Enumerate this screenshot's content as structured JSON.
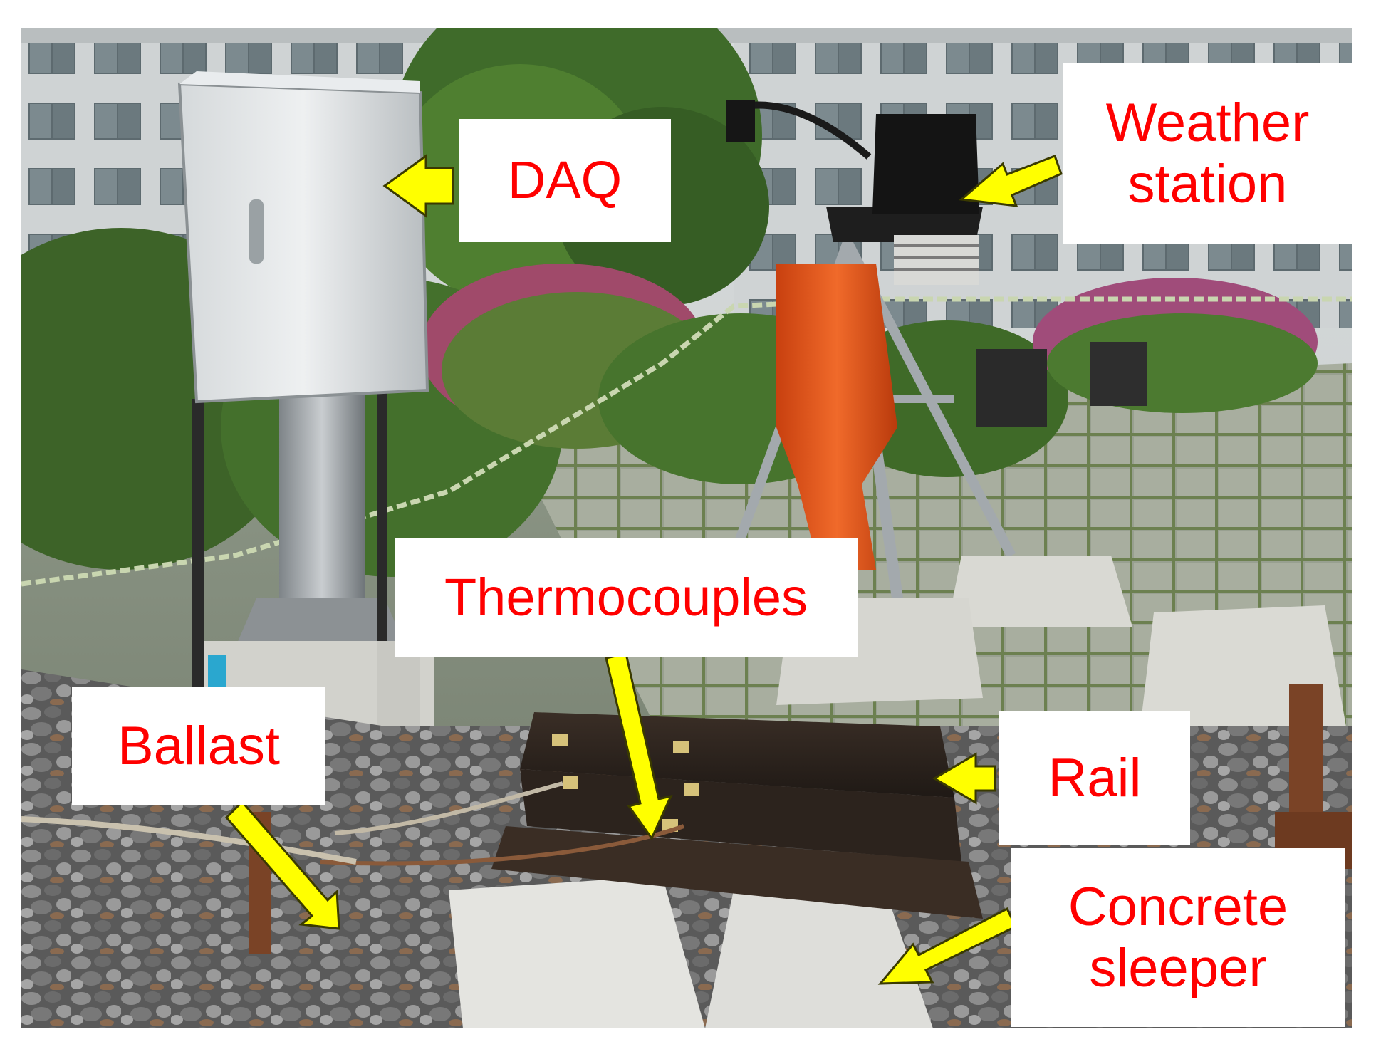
{
  "labels": {
    "daq": "DAQ",
    "weather_station": [
      "Weather",
      "station"
    ],
    "thermocouples": "Thermocouples",
    "ballast": "Ballast",
    "rail": "Rail",
    "concrete_sleeper": [
      "Concrete",
      "sleeper"
    ]
  },
  "colors": {
    "label_text": "#ff0000",
    "label_background": "#ffffff",
    "arrow": "#ffff00",
    "arrow_outline": "#3a3a00"
  }
}
